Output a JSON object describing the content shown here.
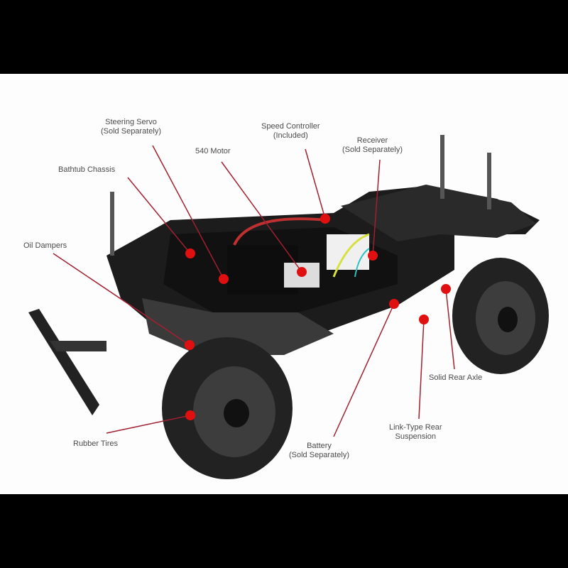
{
  "diagram": {
    "subject": "RC truck chassis",
    "callout_color": "#e01010",
    "line_color": "#a02030",
    "labels": [
      {
        "id": "steering-servo",
        "line1": "Steering Servo",
        "line2": "(Sold Separately)"
      },
      {
        "id": "540-motor",
        "line1": "540 Motor",
        "line2": ""
      },
      {
        "id": "speed-controller",
        "line1": "Speed Controller",
        "line2": "(Included)"
      },
      {
        "id": "receiver",
        "line1": "Receiver",
        "line2": "(Sold Separately)"
      },
      {
        "id": "bathtub-chassis",
        "line1": "Bathtub Chassis",
        "line2": ""
      },
      {
        "id": "oil-dampers",
        "line1": "Oil Dampers",
        "line2": ""
      },
      {
        "id": "solid-rear-axle",
        "line1": "Solid Rear Axle",
        "line2": ""
      },
      {
        "id": "link-type-rear-suspension",
        "line1": "Link-Type Rear",
        "line2": "Suspension"
      },
      {
        "id": "battery",
        "line1": "Battery",
        "line2": "(Sold Separately)"
      },
      {
        "id": "rubber-tires",
        "line1": "Rubber Tires",
        "line2": ""
      }
    ]
  }
}
